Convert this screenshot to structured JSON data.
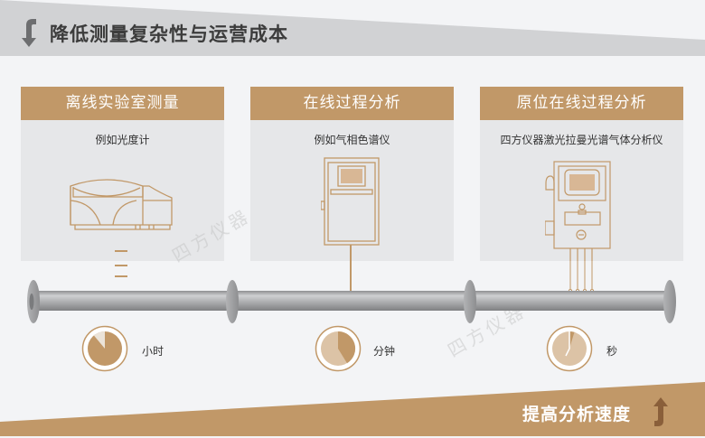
{
  "header": {
    "title": "降低测量复杂性与运营成本",
    "icon": "down-arrow-icon"
  },
  "panels": [
    {
      "title": "离线实验室测量",
      "subtitle": "例如光度计",
      "device": "photometer-icon"
    },
    {
      "title": "在线过程分析",
      "subtitle": "例如气相色谱仪",
      "device": "gas-chromatograph-icon"
    },
    {
      "title": "原位在线过程分析",
      "subtitle": "四方仪器激光拉曼光谱气体分析仪",
      "device": "raman-analyzer-icon"
    }
  ],
  "clocks": [
    {
      "label": "小时",
      "icon": "clock-hours-icon"
    },
    {
      "label": "分钟",
      "icon": "clock-minutes-icon"
    },
    {
      "label": "秒",
      "icon": "clock-seconds-icon"
    }
  ],
  "footer": {
    "title": "提高分析速度",
    "icon": "up-arrow-icon"
  },
  "watermark": {
    "text": "四方仪器"
  },
  "colors": {
    "accent": "#c19868",
    "header_band": "#d1d2d4",
    "panel_bg": "#e6e7e9",
    "page_bg": "#f3f4f6",
    "text_dark": "#3c3c3c",
    "arrow_brown": "#8a5f3a"
  }
}
